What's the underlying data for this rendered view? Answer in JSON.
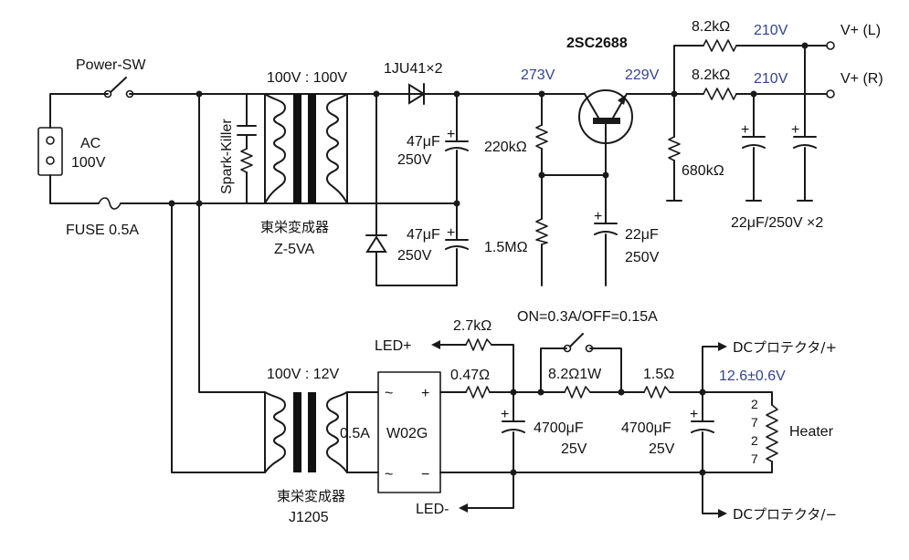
{
  "labels": {
    "power_sw": "Power-SW",
    "ac": "AC",
    "ac_voltage": "100V",
    "fuse": "FUSE 0.5A",
    "spark_killer": "Spark-Killer",
    "t1_ratio": "100V : 100V",
    "t1_maker": "東栄変成器",
    "t1_model": "Z-5VA",
    "diode": "1JU41×2",
    "c1_value": "47μF",
    "c1_voltage": "250V",
    "c2_value": "47μF",
    "c2_voltage": "250V",
    "r_220k": "220kΩ",
    "r_1m5": "1.5MΩ",
    "c_22u_value": "22μF",
    "c_22u_voltage": "250V",
    "transistor": "2SC2688",
    "v_273": "273V",
    "v_229": "229V",
    "r_680k": "680kΩ",
    "r_8k2_l": "8.2kΩ",
    "r_8k2_r": "8.2kΩ",
    "v_210_l": "210V",
    "v_210_r": "210V",
    "out_l": "V+ (L)",
    "out_r": "V+ (R)",
    "c_out": "22μF/250V ×2",
    "on_off": "ON=0.3A/OFF=0.15A",
    "r_2k7": "2.7kΩ",
    "led_plus": "LED+",
    "led_minus": "LED-",
    "t2_ratio": "100V : 12V",
    "t2_current": "0.5A",
    "t2_maker": "東栄変成器",
    "t2_model": "J1205",
    "bridge": "W02G",
    "bridge_ac1": "~",
    "bridge_ac2": "~",
    "bridge_plus": "+",
    "bridge_minus": "−",
    "r_047": "0.47Ω",
    "r_8r2": "8.2Ω1W",
    "r_1r5": "1.5Ω",
    "c_4700_1_value": "4700μF",
    "c_4700_1_voltage": "25V",
    "c_4700_2_value": "4700μF",
    "c_4700_2_voltage": "25V",
    "v_heater": "12.6±0.6V",
    "heater_digits": [
      "2",
      "7",
      "2",
      "7"
    ],
    "heater": "Heater",
    "dc_plus": "DCプロテクタ/+",
    "dc_minus": "DCプロテクタ/−",
    "cap_plus": "+"
  },
  "colors": {
    "wire": "#1a1a1a",
    "voltage_annotation": "#33448f"
  }
}
